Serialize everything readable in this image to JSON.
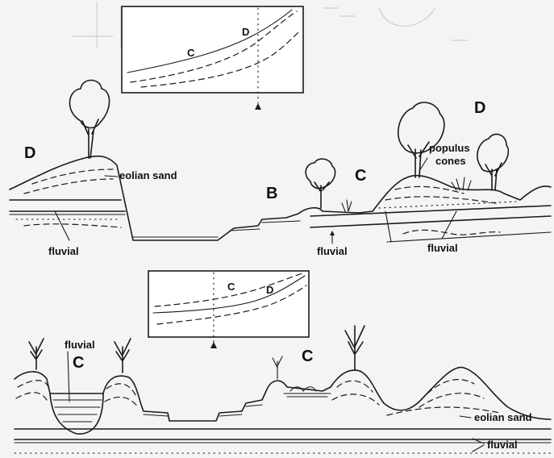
{
  "upper_section": {
    "inset_labels": {
      "curve_c": "C",
      "curve_d": "D"
    },
    "zone_labels": {
      "d_left": "D",
      "b": "B",
      "c": "C",
      "d_right": "D"
    },
    "annotations": {
      "eolian_sand": "eolian sand",
      "populus_cones_line1": "populus",
      "populus_cones_line2": "cones",
      "fluvial_left": "fluvial",
      "fluvial_center": "fluvial",
      "fluvial_right": "fluvial"
    }
  },
  "lower_section": {
    "inset_labels": {
      "curve_c": "C",
      "curve_d": "D"
    },
    "zone_labels": {
      "c_left": "C",
      "c_right": "C"
    },
    "annotations": {
      "fluvial_top": "fluvial",
      "eolian_sand": "eolian sand",
      "fluvial_bottom": "fluvial"
    }
  },
  "colors": {
    "ink": "#1a1a1a",
    "paper": "#f4f4f2"
  }
}
